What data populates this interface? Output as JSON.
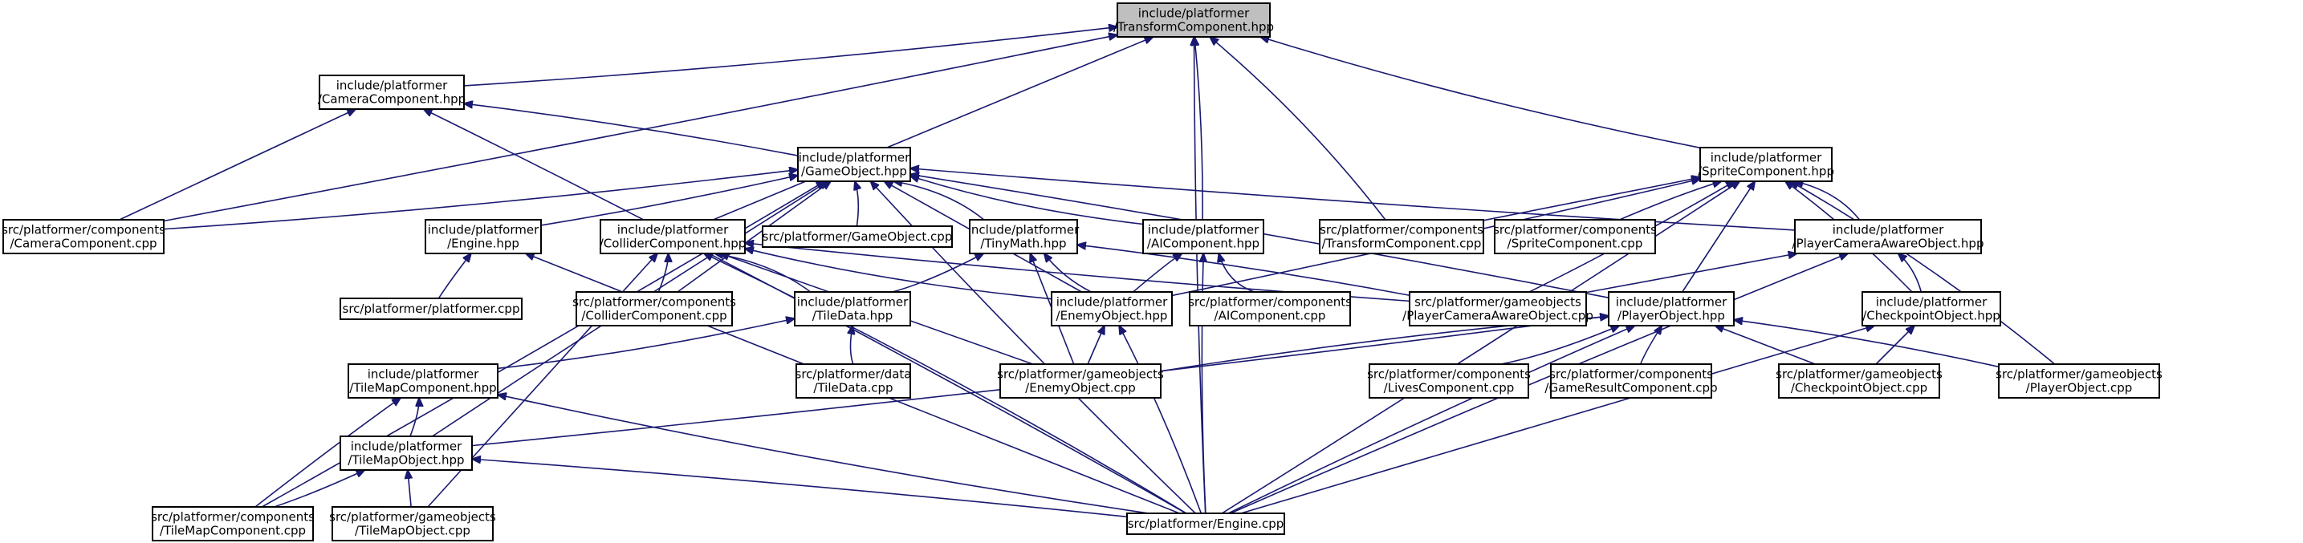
{
  "graph": {
    "title": "",
    "nodes": [
      {
        "id": "transform_hpp",
        "lines": [
          "include/platformer",
          "/TransformComponent.hpp"
        ],
        "root": true
      },
      {
        "id": "camera_hpp",
        "lines": [
          "include/platformer",
          "/CameraComponent.hpp"
        ]
      },
      {
        "id": "gameobject_hpp",
        "lines": [
          "include/platformer",
          "/GameObject.hpp"
        ]
      },
      {
        "id": "sprite_hpp",
        "lines": [
          "include/platformer",
          "/SpriteComponent.hpp"
        ]
      },
      {
        "id": "camera_cpp",
        "lines": [
          "src/platformer/components",
          "/CameraComponent.cpp"
        ]
      },
      {
        "id": "engine_hpp",
        "lines": [
          "include/platformer",
          "/Engine.hpp"
        ]
      },
      {
        "id": "collider_hpp",
        "lines": [
          "include/platformer",
          "/ColliderComponent.hpp"
        ]
      },
      {
        "id": "gameobject_cpp",
        "lines": [
          "src/platformer/GameObject.cpp"
        ]
      },
      {
        "id": "tinymath_hpp",
        "lines": [
          "include/platformer",
          "/TinyMath.hpp"
        ]
      },
      {
        "id": "ai_hpp",
        "lines": [
          "include/platformer",
          "/AIComponent.hpp"
        ]
      },
      {
        "id": "transform_cpp",
        "lines": [
          "src/platformer/components",
          "/TransformComponent.cpp"
        ]
      },
      {
        "id": "sprite_cpp",
        "lines": [
          "src/platformer/components",
          "/SpriteComponent.cpp"
        ]
      },
      {
        "id": "pcaware_hpp",
        "lines": [
          "include/platformer",
          "/PlayerCameraAwareObject.hpp"
        ]
      },
      {
        "id": "platformer_cpp",
        "lines": [
          "src/platformer/platformer.cpp"
        ]
      },
      {
        "id": "collider_cpp",
        "lines": [
          "src/platformer/components",
          "/ColliderComponent.cpp"
        ]
      },
      {
        "id": "tiledata_hpp",
        "lines": [
          "include/platformer",
          "/TileData.hpp"
        ]
      },
      {
        "id": "enemy_hpp",
        "lines": [
          "include/platformer",
          "/EnemyObject.hpp"
        ]
      },
      {
        "id": "ai_cpp",
        "lines": [
          "src/platformer/components",
          "/AIComponent.cpp"
        ]
      },
      {
        "id": "pcaware_cpp",
        "lines": [
          "src/platformer/gameobjects",
          "/PlayerCameraAwareObject.cpp"
        ]
      },
      {
        "id": "player_hpp",
        "lines": [
          "include/platformer",
          "/PlayerObject.hpp"
        ]
      },
      {
        "id": "checkpoint_hpp",
        "lines": [
          "include/platformer",
          "/CheckpointObject.hpp"
        ]
      },
      {
        "id": "tilemapcomp_hpp",
        "lines": [
          "include/platformer",
          "/TileMapComponent.hpp"
        ]
      },
      {
        "id": "tiledata_cpp",
        "lines": [
          "src/platformer/data",
          "/TileData.cpp"
        ]
      },
      {
        "id": "enemy_cpp",
        "lines": [
          "src/platformer/gameobjects",
          "/EnemyObject.cpp"
        ]
      },
      {
        "id": "lives_cpp",
        "lines": [
          "src/platformer/components",
          "/LivesComponent.cpp"
        ]
      },
      {
        "id": "gameresult_cpp",
        "lines": [
          "src/platformer/components",
          "/GameResultComponent.cpp"
        ]
      },
      {
        "id": "checkpoint_cpp",
        "lines": [
          "src/platformer/gameobjects",
          "/CheckpointObject.cpp"
        ]
      },
      {
        "id": "player_cpp",
        "lines": [
          "src/platformer/gameobjects",
          "/PlayerObject.cpp"
        ]
      },
      {
        "id": "tilemapobj_hpp",
        "lines": [
          "include/platformer",
          "/TileMapObject.hpp"
        ]
      },
      {
        "id": "tilemapcomp_cpp",
        "lines": [
          "src/platformer/components",
          "/TileMapComponent.cpp"
        ]
      },
      {
        "id": "tilemapobj_cpp",
        "lines": [
          "src/platformer/gameobjects",
          "/TileMapObject.cpp"
        ]
      },
      {
        "id": "engine_cpp",
        "lines": [
          "src/platformer/Engine.cpp"
        ]
      }
    ],
    "edges": [
      [
        "camera_hpp",
        "transform_hpp"
      ],
      [
        "camera_cpp",
        "transform_hpp"
      ],
      [
        "collider_hpp",
        "transform_hpp"
      ],
      [
        "ai_hpp",
        "transform_hpp"
      ],
      [
        "transform_cpp",
        "transform_hpp"
      ],
      [
        "sprite_hpp",
        "transform_hpp"
      ],
      [
        "engine_cpp",
        "transform_hpp"
      ],
      [
        "camera_cpp",
        "camera_hpp"
      ],
      [
        "gameobject_hpp",
        "camera_hpp"
      ],
      [
        "engine_cpp",
        "camera_hpp"
      ],
      [
        "camera_cpp",
        "gameobject_hpp"
      ],
      [
        "engine_hpp",
        "gameobject_hpp"
      ],
      [
        "collider_cpp",
        "gameobject_hpp"
      ],
      [
        "gameobject_cpp",
        "gameobject_hpp"
      ],
      [
        "tinymath_hpp",
        "gameobject_hpp"
      ],
      [
        "ai_hpp",
        "gameobject_hpp"
      ],
      [
        "pcaware_hpp",
        "gameobject_hpp"
      ],
      [
        "enemy_hpp",
        "gameobject_hpp"
      ],
      [
        "player_hpp",
        "gameobject_hpp"
      ],
      [
        "tilemapobj_hpp",
        "gameobject_hpp"
      ],
      [
        "tilemapcomp_cpp",
        "gameobject_hpp"
      ],
      [
        "engine_cpp",
        "gameobject_hpp"
      ],
      [
        "transform_cpp",
        "sprite_hpp"
      ],
      [
        "sprite_cpp",
        "sprite_hpp"
      ],
      [
        "pcaware_hpp",
        "sprite_hpp"
      ],
      [
        "pcaware_cpp",
        "sprite_hpp"
      ],
      [
        "enemy_hpp",
        "sprite_hpp"
      ],
      [
        "player_hpp",
        "sprite_hpp"
      ],
      [
        "checkpoint_hpp",
        "sprite_hpp"
      ],
      [
        "player_cpp",
        "sprite_hpp"
      ],
      [
        "engine_cpp",
        "sprite_hpp"
      ],
      [
        "platformer_cpp",
        "engine_hpp"
      ],
      [
        "engine_cpp",
        "engine_hpp"
      ],
      [
        "collider_cpp",
        "collider_hpp"
      ],
      [
        "tiledata_hpp",
        "collider_hpp"
      ],
      [
        "enemy_hpp",
        "collider_hpp"
      ],
      [
        "pcaware_cpp",
        "collider_hpp"
      ],
      [
        "enemy_cpp",
        "collider_hpp"
      ],
      [
        "tilemapobj_cpp",
        "collider_hpp"
      ],
      [
        "engine_cpp",
        "collider_hpp"
      ],
      [
        "tiledata_hpp",
        "tinymath_hpp"
      ],
      [
        "enemy_hpp",
        "tinymath_hpp"
      ],
      [
        "enemy_cpp",
        "tinymath_hpp"
      ],
      [
        "pcaware_cpp",
        "tinymath_hpp"
      ],
      [
        "enemy_hpp",
        "ai_hpp"
      ],
      [
        "ai_cpp",
        "ai_hpp"
      ],
      [
        "engine_cpp",
        "ai_hpp"
      ],
      [
        "pcaware_cpp",
        "pcaware_hpp"
      ],
      [
        "checkpoint_hpp",
        "pcaware_hpp"
      ],
      [
        "engine_cpp",
        "pcaware_hpp"
      ],
      [
        "tilemapcomp_hpp",
        "tiledata_hpp"
      ],
      [
        "tiledata_cpp",
        "tiledata_hpp"
      ],
      [
        "enemy_cpp",
        "enemy_hpp"
      ],
      [
        "engine_cpp",
        "enemy_hpp"
      ],
      [
        "enemy_cpp",
        "player_hpp"
      ],
      [
        "lives_cpp",
        "player_hpp"
      ],
      [
        "gameresult_cpp",
        "player_hpp"
      ],
      [
        "checkpoint_cpp",
        "player_hpp"
      ],
      [
        "player_cpp",
        "player_hpp"
      ],
      [
        "engine_cpp",
        "player_hpp"
      ],
      [
        "tilemapobj_hpp",
        "player_hpp"
      ],
      [
        "checkpoint_cpp",
        "checkpoint_hpp"
      ],
      [
        "engine_cpp",
        "checkpoint_hpp"
      ],
      [
        "tilemapobj_hpp",
        "tilemapcomp_hpp"
      ],
      [
        "tilemapcomp_cpp",
        "tilemapcomp_hpp"
      ],
      [
        "engine_cpp",
        "tilemapcomp_hpp"
      ],
      [
        "tilemapcomp_cpp",
        "tilemapobj_hpp"
      ],
      [
        "tilemapobj_cpp",
        "tilemapobj_hpp"
      ],
      [
        "engine_cpp",
        "tilemapobj_hpp"
      ]
    ]
  }
}
